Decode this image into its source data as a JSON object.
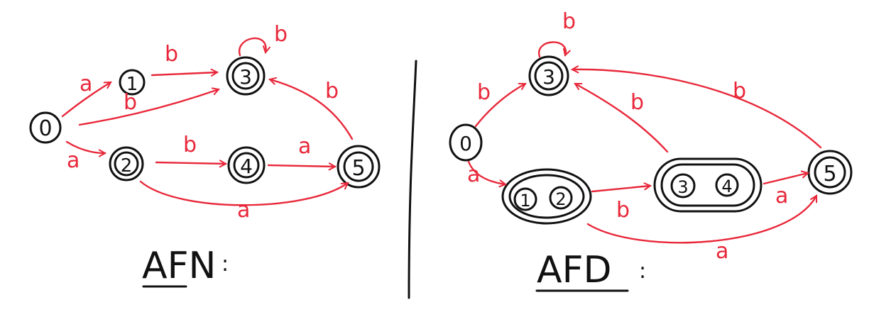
{
  "afn": {
    "title": "AFN",
    "title_suffix": ":",
    "states": [
      "0",
      "1",
      "2",
      "3",
      "4",
      "5"
    ],
    "transitions": [
      {
        "from": "0",
        "to": "1",
        "symbol": "a"
      },
      {
        "from": "0",
        "to": "3",
        "symbol": "b"
      },
      {
        "from": "0",
        "to": "2",
        "symbol": "a"
      },
      {
        "from": "1",
        "to": "3",
        "symbol": "b"
      },
      {
        "from": "3",
        "to": "3",
        "symbol": "b"
      },
      {
        "from": "2",
        "to": "4",
        "symbol": "b"
      },
      {
        "from": "2",
        "to": "5",
        "symbol": "a"
      },
      {
        "from": "4",
        "to": "5",
        "symbol": "a"
      },
      {
        "from": "5",
        "to": "3",
        "symbol": "b"
      }
    ]
  },
  "afd": {
    "title": "AFD",
    "title_suffix": ":",
    "states": [
      "0",
      "3",
      "1",
      "2",
      "3",
      "4",
      "5"
    ],
    "transitions": [
      {
        "from": "0",
        "to": "3",
        "symbol": "b"
      },
      {
        "from": "3",
        "to": "3",
        "symbol": "b"
      },
      {
        "from": "0",
        "to": "12",
        "symbol": "a"
      },
      {
        "from": "12",
        "to": "34",
        "symbol": "b"
      },
      {
        "from": "12",
        "to": "5",
        "symbol": "a"
      },
      {
        "from": "34",
        "to": "3",
        "symbol": "b"
      },
      {
        "from": "34",
        "to": "5",
        "symbol": "a"
      },
      {
        "from": "5",
        "to": "3",
        "symbol": "b"
      }
    ]
  },
  "colors": {
    "edges": "#e8283a",
    "states": "#111111"
  }
}
